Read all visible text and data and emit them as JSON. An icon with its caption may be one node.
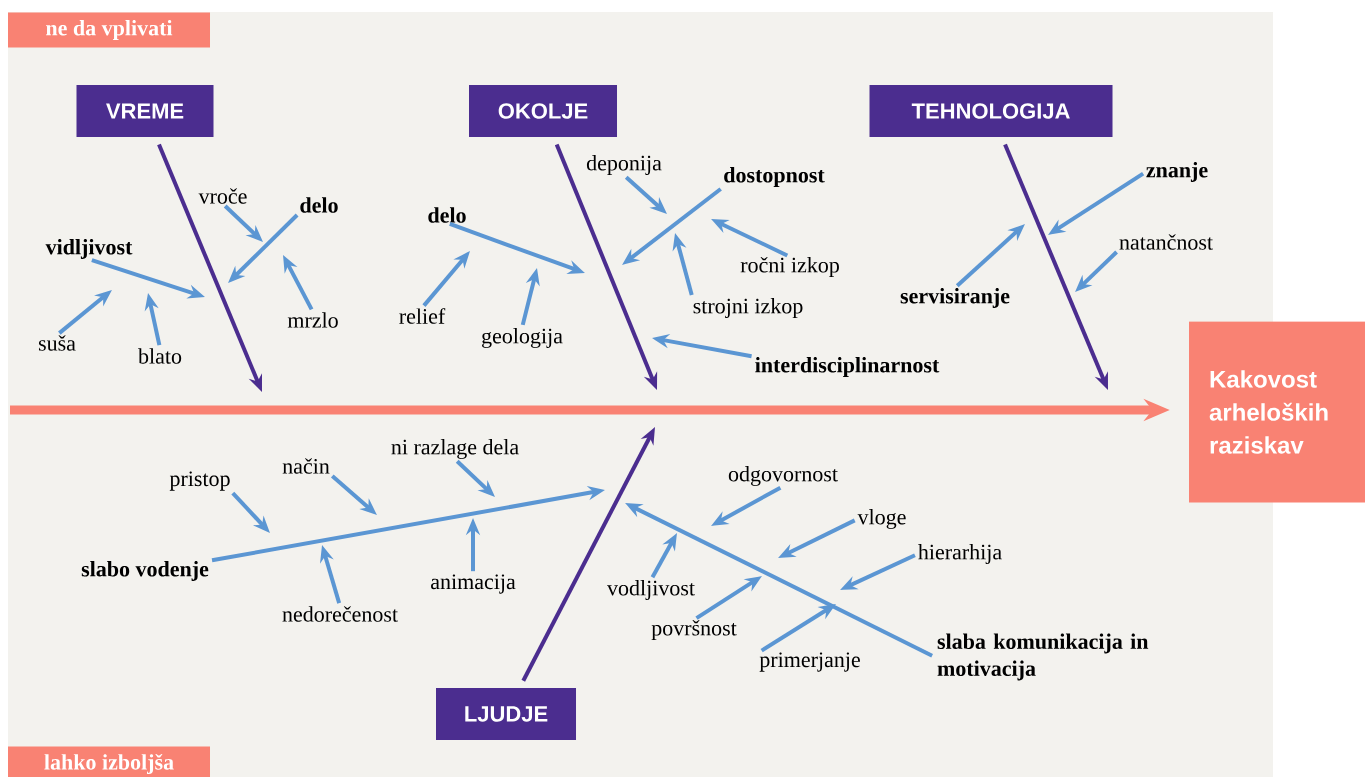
{
  "diagram": {
    "nodes": [
      {
        "text": [
          "ne da vplivati"
        ]
      },
      {
        "text": [
          "VREME"
        ]
      },
      {
        "text": [
          "OKOLJE"
        ]
      },
      {
        "text": [
          "TEHNOLOGIJA"
        ]
      },
      {
        "text": [
          "deponija"
        ]
      },
      {
        "text": [
          "znanje"
        ]
      },
      {
        "text": [
          "dostopnost"
        ]
      },
      {
        "text": [
          "vroče"
        ]
      },
      {
        "text": [
          "delo"
        ]
      },
      {
        "text": [
          "delo"
        ]
      },
      {
        "text": [
          "natančnost"
        ]
      },
      {
        "text": [
          "vidljivost"
        ]
      },
      {
        "text": [
          "ročni izkop"
        ]
      },
      {
        "text": [
          "servisiranje"
        ]
      },
      {
        "text": [
          "strojni izkop"
        ]
      },
      {
        "text": [
          "relief"
        ]
      },
      {
        "text": [
          "mrzlo"
        ]
      },
      {
        "text": [
          "geologija"
        ]
      },
      {
        "text": [
          "suša"
        ]
      },
      {
        "text": [
          "blato"
        ]
      },
      {
        "text": [
          "interdisciplinarnost"
        ]
      },
      {
        "text": [
          "Kakovost arheloških raziskav"
        ]
      },
      {
        "text": [
          "ni razlage dela"
        ]
      },
      {
        "text": [
          "način"
        ]
      },
      {
        "text": [
          "odgovornost"
        ]
      },
      {
        "text": [
          "pristop"
        ]
      },
      {
        "text": [
          "vloge"
        ]
      },
      {
        "text": [
          "hierarhija"
        ]
      },
      {
        "text": [
          "slabo vodenje"
        ]
      },
      {
        "text": [
          "animacija"
        ]
      },
      {
        "text": [
          "vodljivost"
        ]
      },
      {
        "text": [
          "nedorečenost"
        ]
      },
      {
        "text": [
          "površnost"
        ]
      },
      {
        "text": [
          "slaba komunikacija in motivacija"
        ]
      },
      {
        "text": [
          "primerjanje"
        ]
      },
      {
        "text": [
          "LJUDJE"
        ]
      },
      {
        "text": [
          "lahko izboljša"
        ]
      }
    ],
    "edges": [
      {
        "from": null,
        "to": 21,
        "arrow": "to",
        "style": "thick",
        "color": "#f98273"
      },
      {
        "from": 1,
        "to": null,
        "arrow": "to",
        "color": "#4b2d8f"
      },
      {
        "from": 2,
        "to": null,
        "arrow": "to",
        "color": "#4b2d8f"
      },
      {
        "from": 3,
        "to": null,
        "arrow": "to",
        "color": "#4b2d8f"
      },
      {
        "from": 35,
        "to": null,
        "arrow": "to",
        "color": "#4b2d8f"
      },
      {
        "from": 4,
        "to": null,
        "arrow": "to"
      },
      {
        "from": 5,
        "to": null,
        "arrow": "to"
      },
      {
        "from": 6,
        "to": null,
        "arrow": "to"
      },
      {
        "from": 7,
        "to": null,
        "arrow": "to"
      },
      {
        "from": 8,
        "to": null,
        "arrow": "to"
      },
      {
        "from": 9,
        "to": null,
        "arrow": "to"
      },
      {
        "from": 10,
        "to": null,
        "arrow": "to"
      },
      {
        "from": 11,
        "to": null,
        "arrow": "to"
      },
      {
        "from": 12,
        "to": null,
        "arrow": "to"
      },
      {
        "from": 13,
        "to": null,
        "arrow": "to"
      },
      {
        "from": 14,
        "to": null,
        "arrow": "to"
      },
      {
        "from": 15,
        "to": null,
        "arrow": "to"
      },
      {
        "from": 16,
        "to": null,
        "arrow": "to"
      },
      {
        "from": 17,
        "to": null,
        "arrow": "to"
      },
      {
        "from": 18,
        "to": null,
        "arrow": "to"
      },
      {
        "from": 19,
        "to": null,
        "arrow": "to"
      },
      {
        "from": 20,
        "to": null,
        "arrow": "to"
      },
      {
        "from": 22,
        "to": null,
        "arrow": "to"
      },
      {
        "from": 23,
        "to": null,
        "arrow": "to"
      },
      {
        "from": 24,
        "to": null,
        "arrow": "to"
      },
      {
        "from": 25,
        "to": null,
        "arrow": "to"
      },
      {
        "from": 26,
        "to": null,
        "arrow": "to"
      },
      {
        "from": 27,
        "to": null,
        "arrow": "to"
      },
      {
        "from": 28,
        "to": null,
        "arrow": "to"
      },
      {
        "from": 29,
        "to": null,
        "arrow": "to"
      },
      {
        "from": 30,
        "to": null,
        "arrow": "to"
      },
      {
        "from": 31,
        "to": null,
        "arrow": "to"
      },
      {
        "from": 32,
        "to": null,
        "arrow": "to"
      },
      {
        "from": 33,
        "to": null,
        "arrow": "to"
      },
      {
        "from": 34,
        "to": null,
        "arrow": "to"
      }
    ]
  }
}
